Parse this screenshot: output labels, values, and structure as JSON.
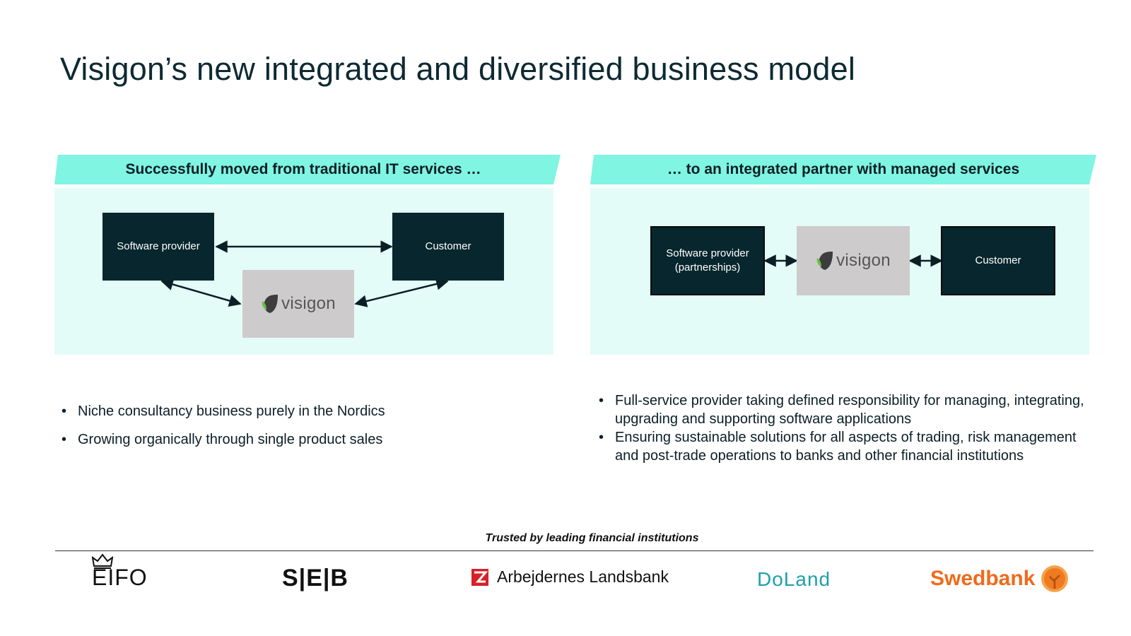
{
  "title": "Visigon’s new integrated and diversified business model",
  "left_panel": {
    "header": "Successfully moved from traditional IT services …",
    "software_provider": "Software provider",
    "customer": "Customer",
    "logo_text": "visigon"
  },
  "right_panel": {
    "header": "… to an integrated partner with managed services",
    "software_provider_line1": "Software provider",
    "software_provider_line2": "(partnerships)",
    "customer": "Customer",
    "logo_text": "visigon"
  },
  "left_bullets": [
    "Niche consultancy business purely in the Nordics",
    "Growing organically through single product sales"
  ],
  "right_bullets": [
    "Full-service provider taking defined responsibility for managing, integrating, upgrading and supporting software applications",
    "Ensuring sustainable solutions for all aspects of trading, risk management and post-trade operations to banks and other financial institutions"
  ],
  "trusted_label": "Trusted by leading financial institutions",
  "partner_logos": {
    "eifo": "EIFO",
    "seb": "S|E|B",
    "arbejdernes": "Arbejdernes Landsbank",
    "doland": "DoLand",
    "swedbank": "Swedbank"
  },
  "colors": {
    "header_band": "#7ff5e2",
    "panel_bg": "#e4fcf8",
    "dark_box": "#07262d",
    "logo_box": "#cdcbcb",
    "visigon_green": "#6cbd45",
    "swedbank_orange": "#f06a1b",
    "doland_teal": "#1f9fae"
  }
}
